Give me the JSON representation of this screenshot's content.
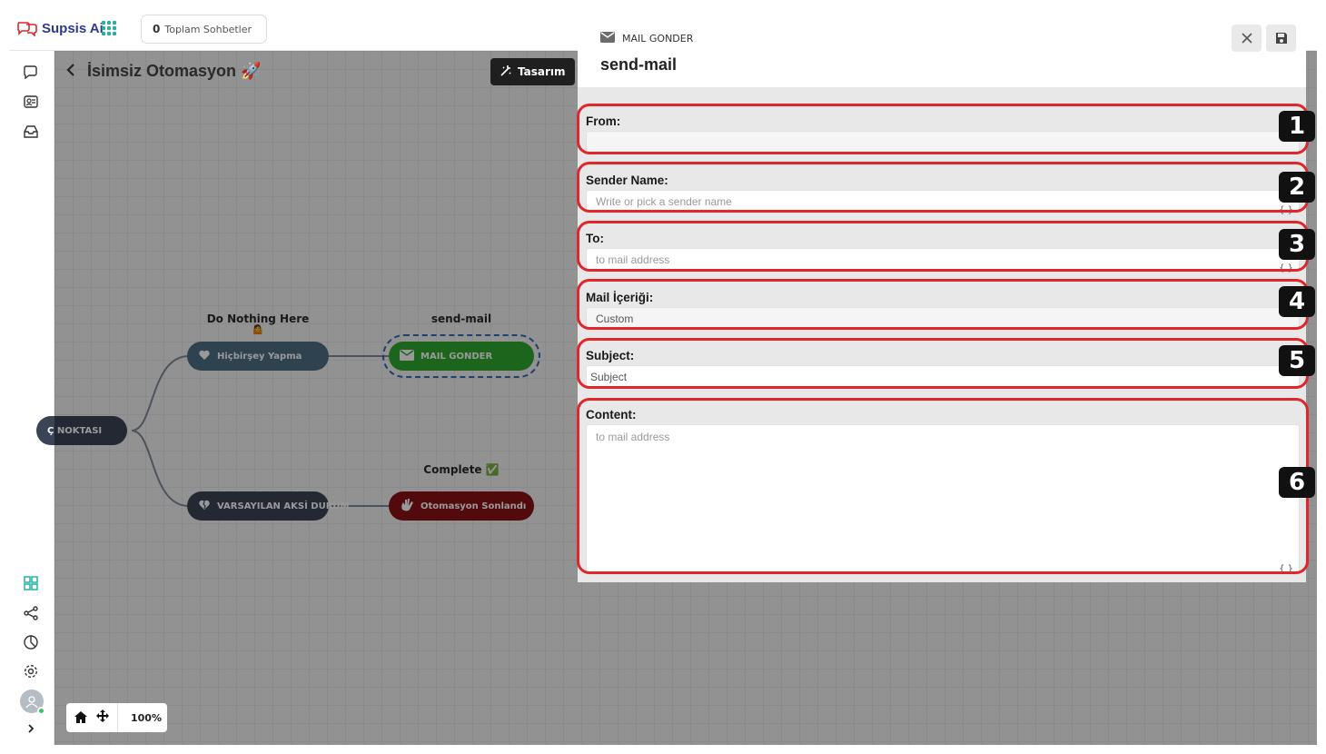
{
  "app": {
    "name": "Supsis Ai"
  },
  "topbar": {
    "conversations_count": "0",
    "conversations_label": "Toplam Sohbetler"
  },
  "flow": {
    "title": "İsimsiz Otomasyon 🚀",
    "design_button": "Tasarım",
    "start_node": "Ç NOKTASI",
    "nodes": {
      "do_nothing": {
        "caption": "Do Nothing Here",
        "caption_emoji": "🤷",
        "label": "Hiçbirşey Yapma",
        "color": "#4f6f86"
      },
      "send_mail": {
        "caption": "send-mail",
        "label": "MAIL GONDER",
        "color": "#2fa82f"
      },
      "default_else": {
        "label": "VARSAYILAN AKSİ DURUM",
        "color": "#3b4456"
      },
      "complete": {
        "caption": "Complete ✅",
        "label": "Otomasyon Sonlandı",
        "color": "#8a1214"
      }
    },
    "zoom": "100%"
  },
  "panel": {
    "kind": "MAIL GONDER",
    "name": "send-mail",
    "fields": {
      "from": {
        "label": "From:",
        "value": ""
      },
      "sender_name": {
        "label": "Sender Name:",
        "placeholder": "Write or pick a sender name"
      },
      "to": {
        "label": "To:",
        "placeholder": "to mail address"
      },
      "content_type": {
        "label": "Mail İçeriği:",
        "value": "Custom"
      },
      "subject": {
        "label": "Subject:",
        "value": "Subject"
      },
      "content": {
        "label": "Content:",
        "placeholder": "to mail address"
      }
    },
    "brace_glyph": "{ }"
  },
  "annotations": [
    "1",
    "2",
    "3",
    "4",
    "5",
    "6"
  ],
  "colors": {
    "highlight": "#e0262b",
    "badge": "#111111",
    "brand": "#2f3a8f",
    "accent": "#25b0a2"
  }
}
